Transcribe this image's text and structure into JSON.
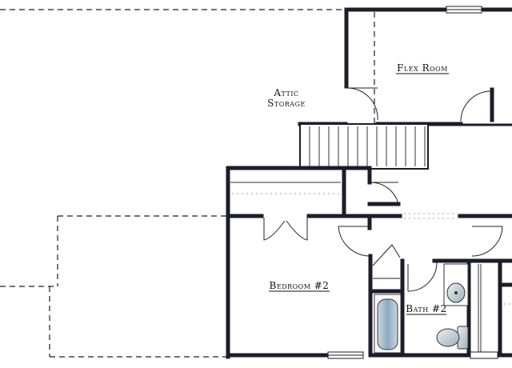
{
  "rooms": {
    "attic_line1": "Attic",
    "attic_line2": "Storage",
    "flex_room": "Flex Room",
    "bedroom_2": "Bedroom #2",
    "bath_2": "Bath #2"
  }
}
